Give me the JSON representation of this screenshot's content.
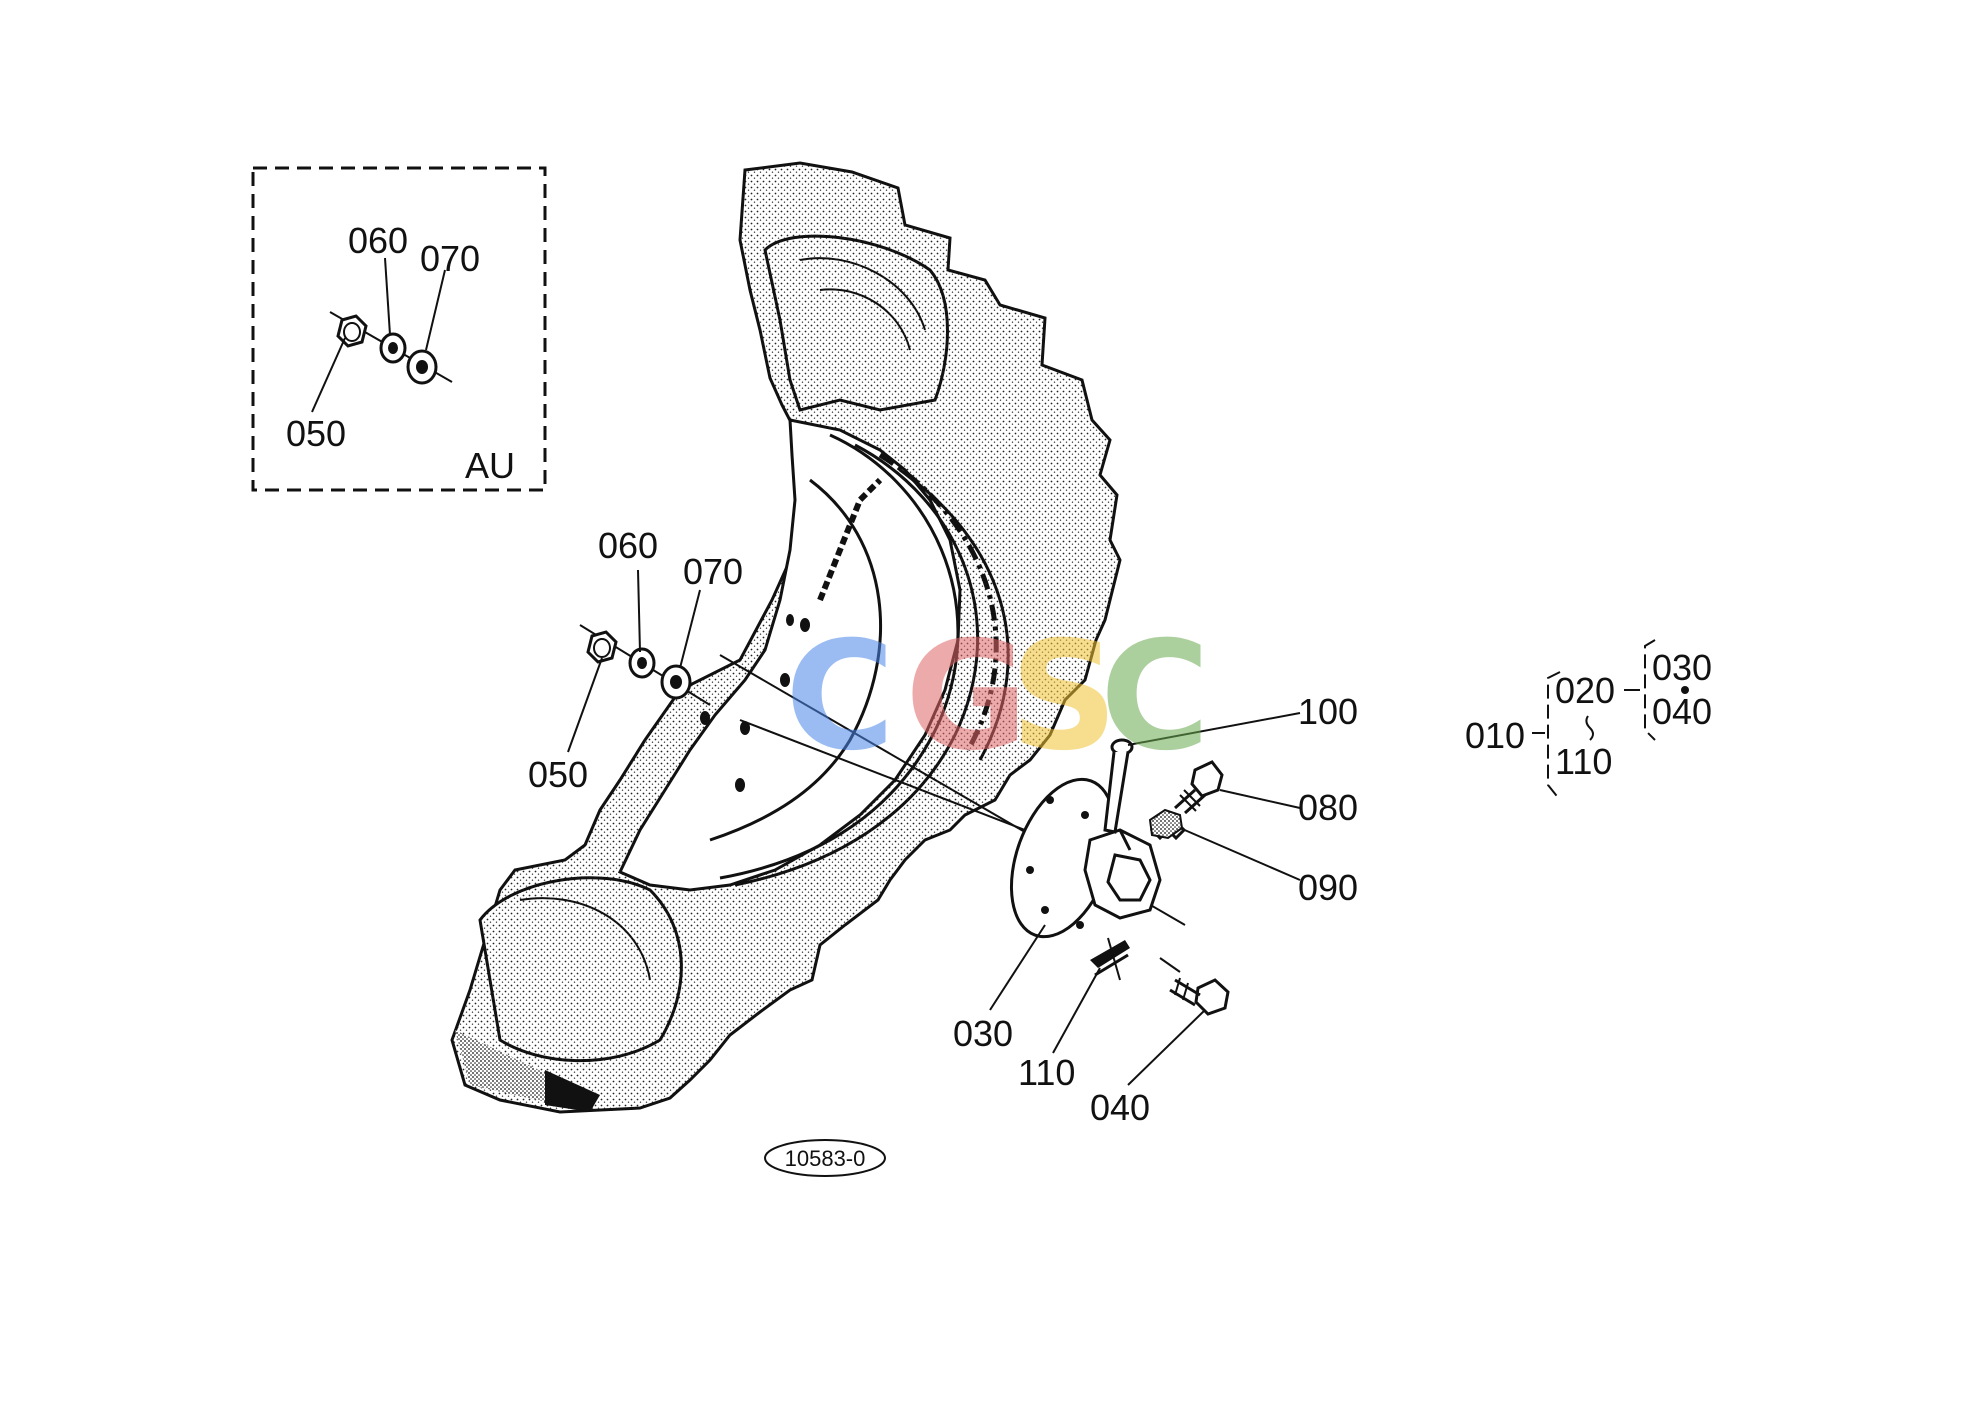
{
  "inset": {
    "label_060": "060",
    "label_070": "070",
    "label_050": "050",
    "region_code": "AU"
  },
  "callouts": {
    "c060": "060",
    "c070": "070",
    "c050": "050",
    "c100": "100",
    "c080": "080",
    "c090": "090",
    "c030": "030",
    "c110": "110",
    "c040": "040"
  },
  "tree": {
    "root": "010",
    "mid": "020",
    "sub": "110",
    "top": "030",
    "bottom": "040"
  },
  "figure_code": "10583-0",
  "watermark": {
    "letters": [
      "C",
      "G",
      "S",
      "C"
    ],
    "colors": [
      "#4a86e8",
      "#e06666",
      "#f1c232",
      "#6aa84f"
    ]
  }
}
